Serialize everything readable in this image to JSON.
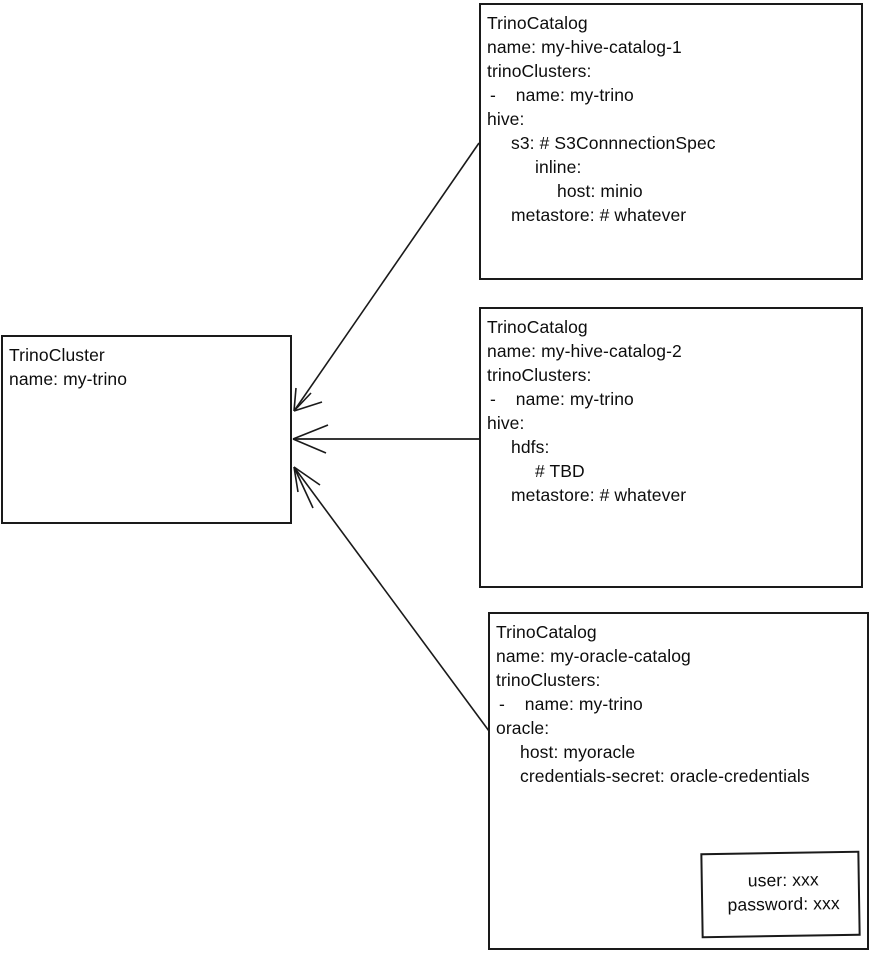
{
  "diagram": {
    "title": "TrinoCluster and TrinoCatalog relationship diagram",
    "background_color": "#ffffff",
    "stroke_color": "#1a1a1a",
    "text_color": "#0d0d0d"
  },
  "cluster_box": {
    "lines": [
      "TrinoCluster",
      "name: my-trino"
    ]
  },
  "catalog_1": {
    "lines": [
      "TrinoCatalog",
      "name: my-hive-catalog-1",
      "trinoClusters:",
      "-    name: my-trino",
      "hive:",
      "s3: # S3ConnnectionSpec",
      "inline:",
      "host: minio",
      "metastore: # whatever"
    ]
  },
  "catalog_2": {
    "lines": [
      "TrinoCatalog",
      "name: my-hive-catalog-2",
      "trinoClusters:",
      "-    name: my-trino",
      "hive:",
      "hdfs:",
      "# TBD",
      "metastore: # whatever"
    ]
  },
  "catalog_3": {
    "lines": [
      "TrinoCatalog",
      "name: my-oracle-catalog",
      "trinoClusters:",
      "-    name: my-trino",
      "oracle:",
      "host: myoracle",
      "credentials-secret: oracle-credentials"
    ]
  },
  "credentials_box": {
    "lines": [
      "user: xxx",
      "password: xxx"
    ]
  },
  "arrows": [
    {
      "name": "catalog-1-to-cluster",
      "from": "catalog_1",
      "to": "cluster_box"
    },
    {
      "name": "catalog-2-to-cluster",
      "from": "catalog_2",
      "to": "cluster_box"
    },
    {
      "name": "catalog-3-to-cluster",
      "from": "catalog_3",
      "to": "cluster_box"
    },
    {
      "name": "credentials-secret-to-credentials-box",
      "from": "catalog_3",
      "to": "credentials_box"
    }
  ]
}
